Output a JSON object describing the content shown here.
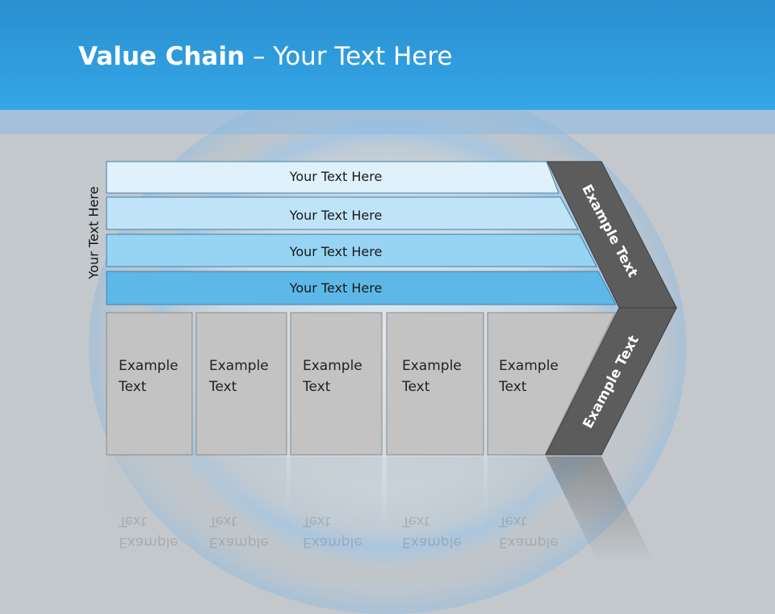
{
  "header": {
    "title_bold": "Value Chain",
    "title_rest": " – Your Text Here"
  },
  "side_label": "Your Text Here",
  "bands": [
    "Your Text Here",
    "Your Text Here",
    "Your Text Here",
    "Your Text Here"
  ],
  "cells": [
    {
      "line1": "Example",
      "line2": "Text"
    },
    {
      "line1": "Example",
      "line2": "Text"
    },
    {
      "line1": "Example",
      "line2": "Text"
    },
    {
      "line1": "Example",
      "line2": "Text"
    },
    {
      "line1": "Example",
      "line2": "Text"
    }
  ],
  "arrow": {
    "upper_text": "Example Text",
    "lower_text": "Example Text"
  },
  "colors": {
    "header": "#34a6e6",
    "band1": "#dff1fb",
    "band2": "#bfe4f8",
    "band3": "#97d3f2",
    "band4": "#5db8e8",
    "cell": "#c3c3c3",
    "arrow": "#5c5c5c"
  }
}
